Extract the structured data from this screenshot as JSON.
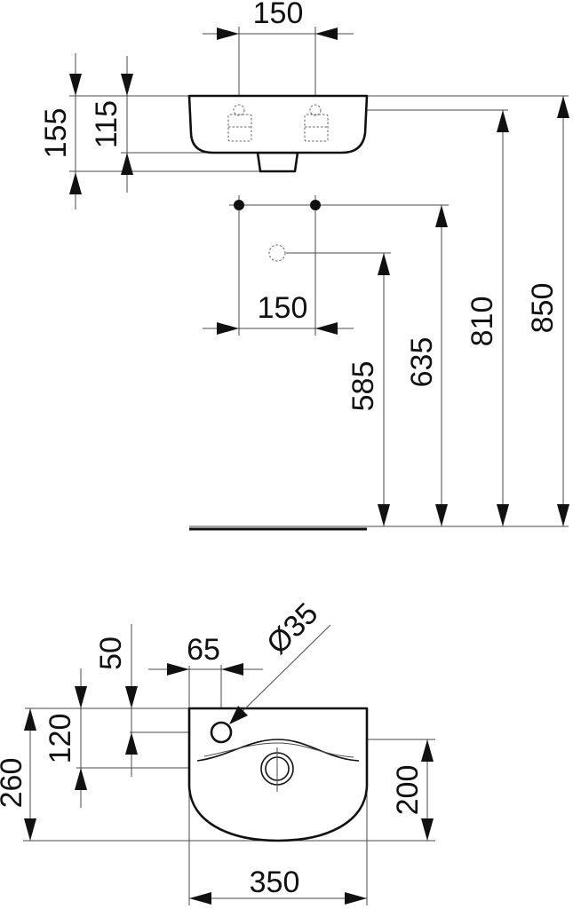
{
  "side_view": {
    "tap_spacing": "150",
    "overall_height": "155",
    "basin_height": "115",
    "wall_tap_spacing": "150",
    "waste_height": "585",
    "supply_height": "635",
    "tap_height": "810",
    "rim_height": "850"
  },
  "top_view": {
    "tap_hole_diameter": "Ø35",
    "tap_offset": "65",
    "tap_depth": "50",
    "drain_depth": "120",
    "overall_depth": "260",
    "bowl_depth": "200",
    "width": "350"
  }
}
